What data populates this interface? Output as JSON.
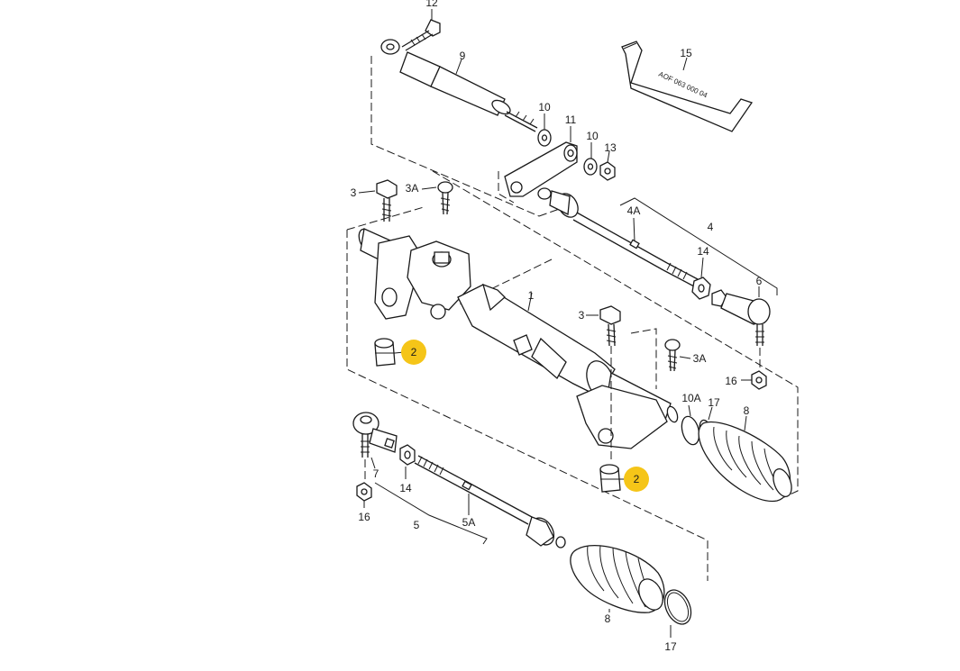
{
  "highlight_color": "#f5c518",
  "line_color": "#1a1a1a",
  "tube_print": "AOF 063 000 04",
  "labels": {
    "p1": "1",
    "p2": "2",
    "p3": "3",
    "p3a": "3A",
    "p4": "4",
    "p4a": "4A",
    "p5": "5",
    "p5a": "5A",
    "p6": "6",
    "p7": "7",
    "p8": "8",
    "p9": "9",
    "p10": "10",
    "p10a": "10A",
    "p11": "11",
    "p12": "12",
    "p13": "13",
    "p14": "14",
    "p15": "15",
    "p16": "16",
    "p17": "17"
  }
}
